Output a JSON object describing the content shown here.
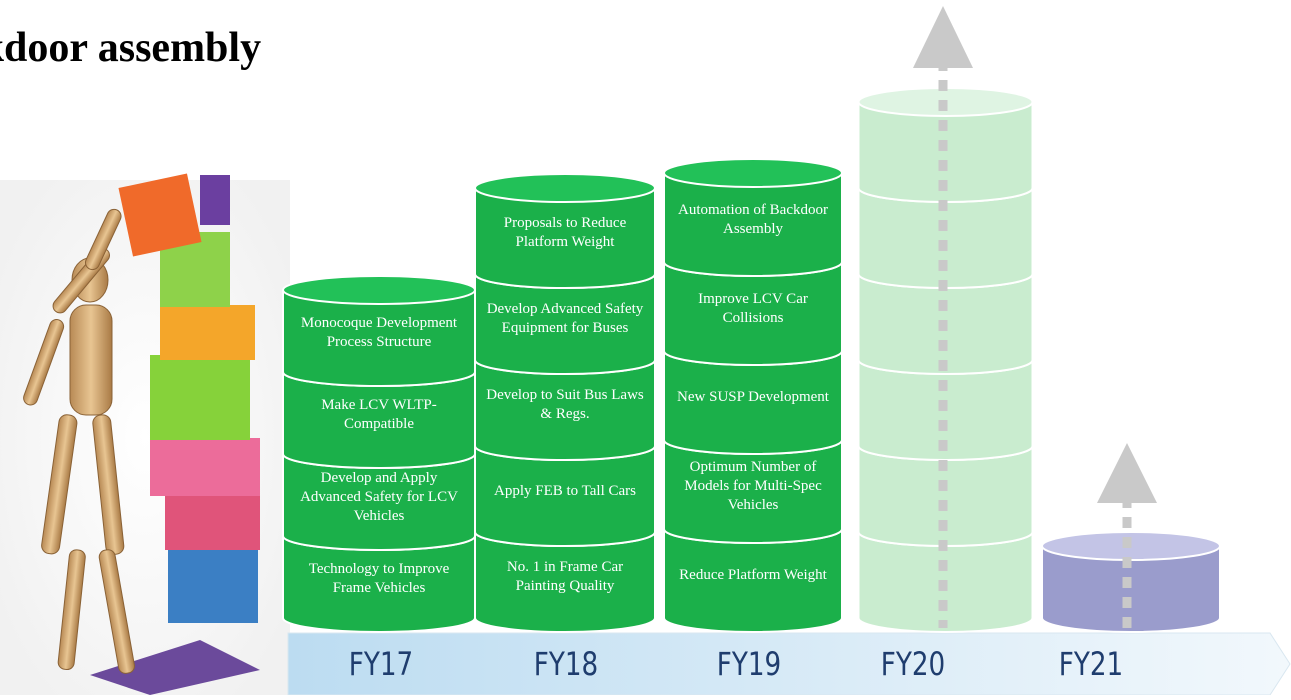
{
  "title": "ckdoor assembly",
  "timeline": {
    "years": [
      "FY17",
      "FY18",
      "FY19",
      "FY20",
      "FY21"
    ]
  },
  "colors": {
    "tier_fill": "#1bb04a",
    "tier_fill_dark": "#0f9b3a",
    "tier_top": "#22c158",
    "faded_fill": "#c9eccf",
    "fy21_fill": "#9a9ccc",
    "arrow": "#c8c8c8",
    "timeline_band": "#cfe6f5",
    "year_text": "#1f3d6e"
  },
  "columns": [
    {
      "year": "FY17",
      "tiers": [
        "Monocoque Development Process Structure",
        "Make LCV WLTP-Compatible",
        "Develop and Apply Advanced Safety for LCV Vehicles",
        "Technology to Improve Frame Vehicles"
      ]
    },
    {
      "year": "FY18",
      "tiers": [
        "Proposals to Reduce Platform Weight",
        "Develop Advanced Safety Equipment for Buses",
        "Develop to Suit Bus Laws & Regs.",
        "Apply FEB to Tall Cars",
        "No. 1 in Frame Car Painting Quality"
      ]
    },
    {
      "year": "FY19",
      "tiers": [
        "Automation of Backdoor Assembly",
        "Improve LCV Car Collisions",
        "New SUSP Development",
        "Optimum Number of Models for Multi-Spec Vehicles",
        "Reduce Platform Weight"
      ]
    },
    {
      "year": "FY20",
      "tiers": [
        "",
        "",
        "",
        "",
        "",
        ""
      ]
    },
    {
      "year": "FY21",
      "tiers": [
        ""
      ]
    }
  ]
}
